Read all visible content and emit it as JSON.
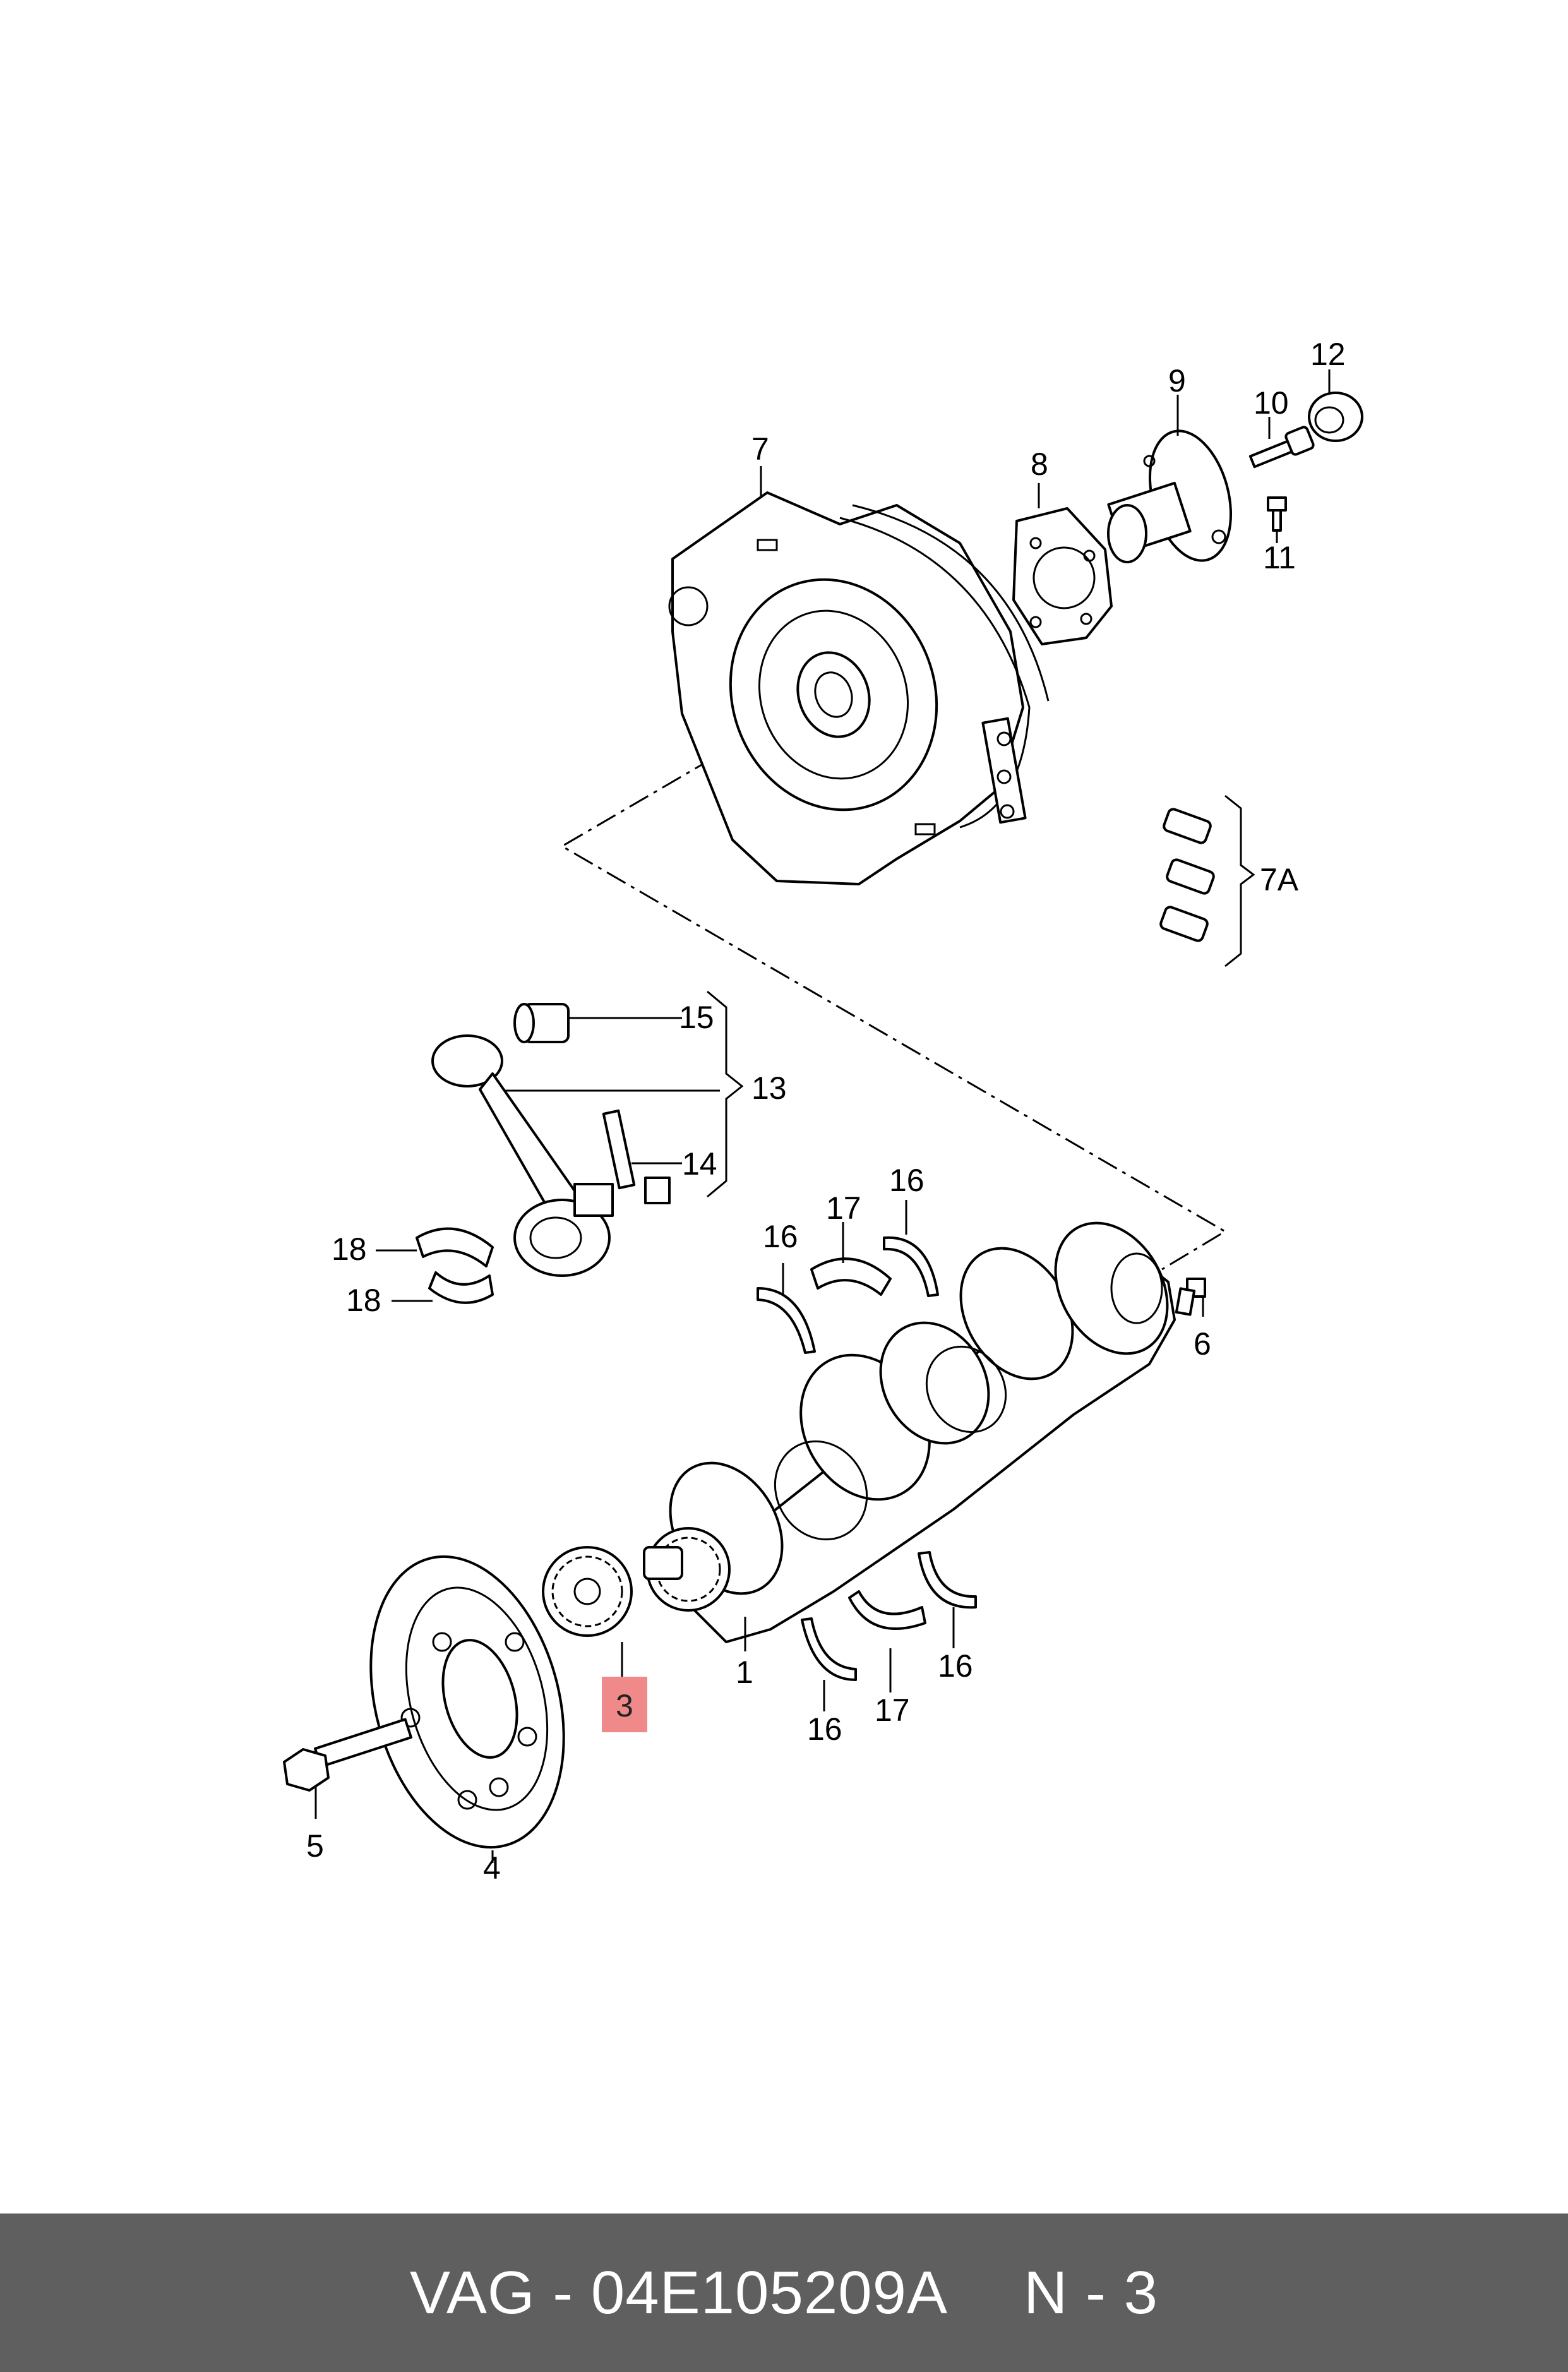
{
  "callouts": {
    "c1": "1",
    "c3": "3",
    "c4": "4",
    "c5": "5",
    "c6": "6",
    "c7": "7",
    "c7a": "7A",
    "c8": "8",
    "c9": "9",
    "c10": "10",
    "c11": "11",
    "c12": "12",
    "c13": "13",
    "c14": "14",
    "c15": "15",
    "c16a": "16",
    "c16b": "16",
    "c16c": "16",
    "c16d": "16",
    "c17a": "17",
    "c17b": "17",
    "c18a": "18",
    "c18b": "18"
  },
  "highlight_color": "#f08a8a",
  "footer": {
    "part_number": "VAG - 04E105209A",
    "position": "N - 3"
  }
}
